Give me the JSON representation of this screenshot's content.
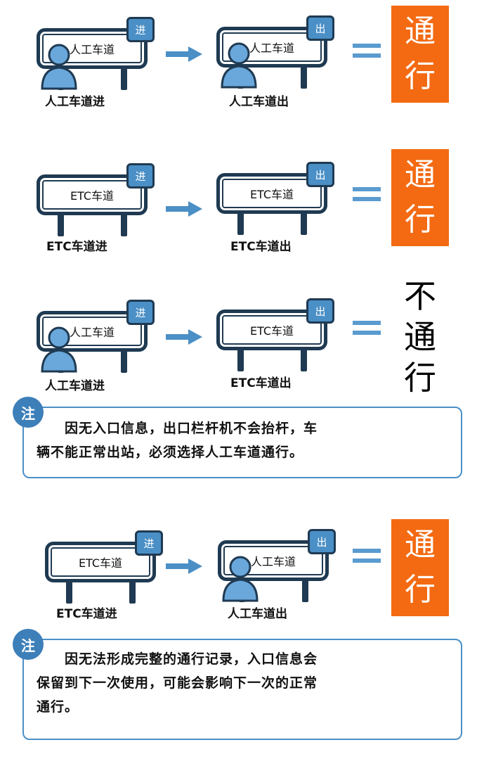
{
  "rows": [
    {
      "entry": {
        "panel": "人工车道",
        "tag": "进",
        "caption": "人工车道进",
        "person": true
      },
      "exit": {
        "panel": "人工车道",
        "tag": "出",
        "caption": "人工车道出",
        "person": true
      },
      "result": [
        "通",
        "行"
      ],
      "allowed": true
    },
    {
      "entry": {
        "panel": "ETC车道",
        "tag": "进",
        "caption": "ETC车道进",
        "person": false
      },
      "exit": {
        "panel": "ETC车道",
        "tag": "出",
        "caption": "ETC车道出",
        "person": false
      },
      "result": [
        "通",
        "行"
      ],
      "allowed": true
    },
    {
      "entry": {
        "panel": "人工车道",
        "tag": "进",
        "caption": "人工车道进",
        "person": true
      },
      "exit": {
        "panel": "ETC车道",
        "tag": "出",
        "caption": "ETC车道出",
        "person": false
      },
      "result": [
        "不",
        "通",
        "行"
      ],
      "allowed": false
    },
    {
      "entry": {
        "panel": "ETC车道",
        "tag": "进",
        "caption": "ETC车道进",
        "person": false
      },
      "exit": {
        "panel": "人工车道",
        "tag": "出",
        "caption": "人工车道出",
        "person": true
      },
      "result": [
        "通",
        "行"
      ],
      "allowed": true
    }
  ],
  "notes": [
    {
      "badge": "注",
      "lines": [
        "　　因无入口信息，出口栏杆机不会抬杆，车",
        "辆不能正常出站，必须选择人工车道通行。"
      ]
    },
    {
      "badge": "注",
      "lines": [
        "　　因无法形成完整的通行记录，入口信息会",
        "保留到下一次使用，可能会影响下一次的正常",
        "通行。"
      ]
    }
  ],
  "colors": {
    "orange": "#f36a12",
    "blue": "#4a8fc6",
    "navy": "#1f3a52"
  }
}
